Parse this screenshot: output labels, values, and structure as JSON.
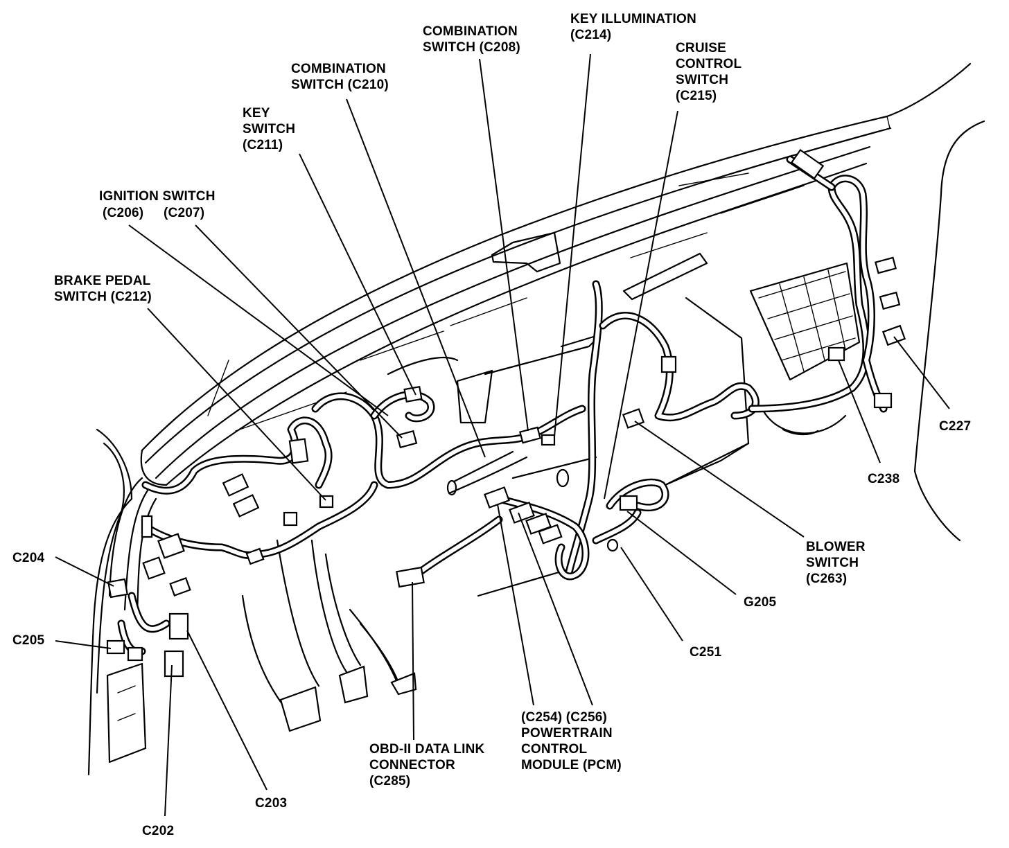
{
  "labels": {
    "key_illumination": "KEY ILLUMINATION\n(C214)",
    "combination_switch_c208": "COMBINATION\nSWITCH (C208)",
    "cruise_control_switch": "CRUISE\nCONTROL\nSWITCH\n(C215)",
    "combination_switch_c210": "COMBINATION\nSWITCH (C210)",
    "key_switch": "KEY\nSWITCH\n(C211)",
    "ignition_switch": "IGNITION SWITCH",
    "c206": "(C206)",
    "c207": "(C207)",
    "brake_pedal_switch": "BRAKE PEDAL\nSWITCH (C212)",
    "c204": "C204",
    "c205": "C205",
    "c202": "C202",
    "c203": "C203",
    "obd_ii": "OBD-II DATA LINK\nCONNECTOR\n(C285)",
    "pcm": "(C254) (C256)\nPOWERTRAIN\nCONTROL\nMODULE (PCM)",
    "c251": "C251",
    "g205": "G205",
    "blower_switch": "BLOWER\nSWITCH\n(C263)",
    "c238": "C238",
    "c227": "C227"
  }
}
